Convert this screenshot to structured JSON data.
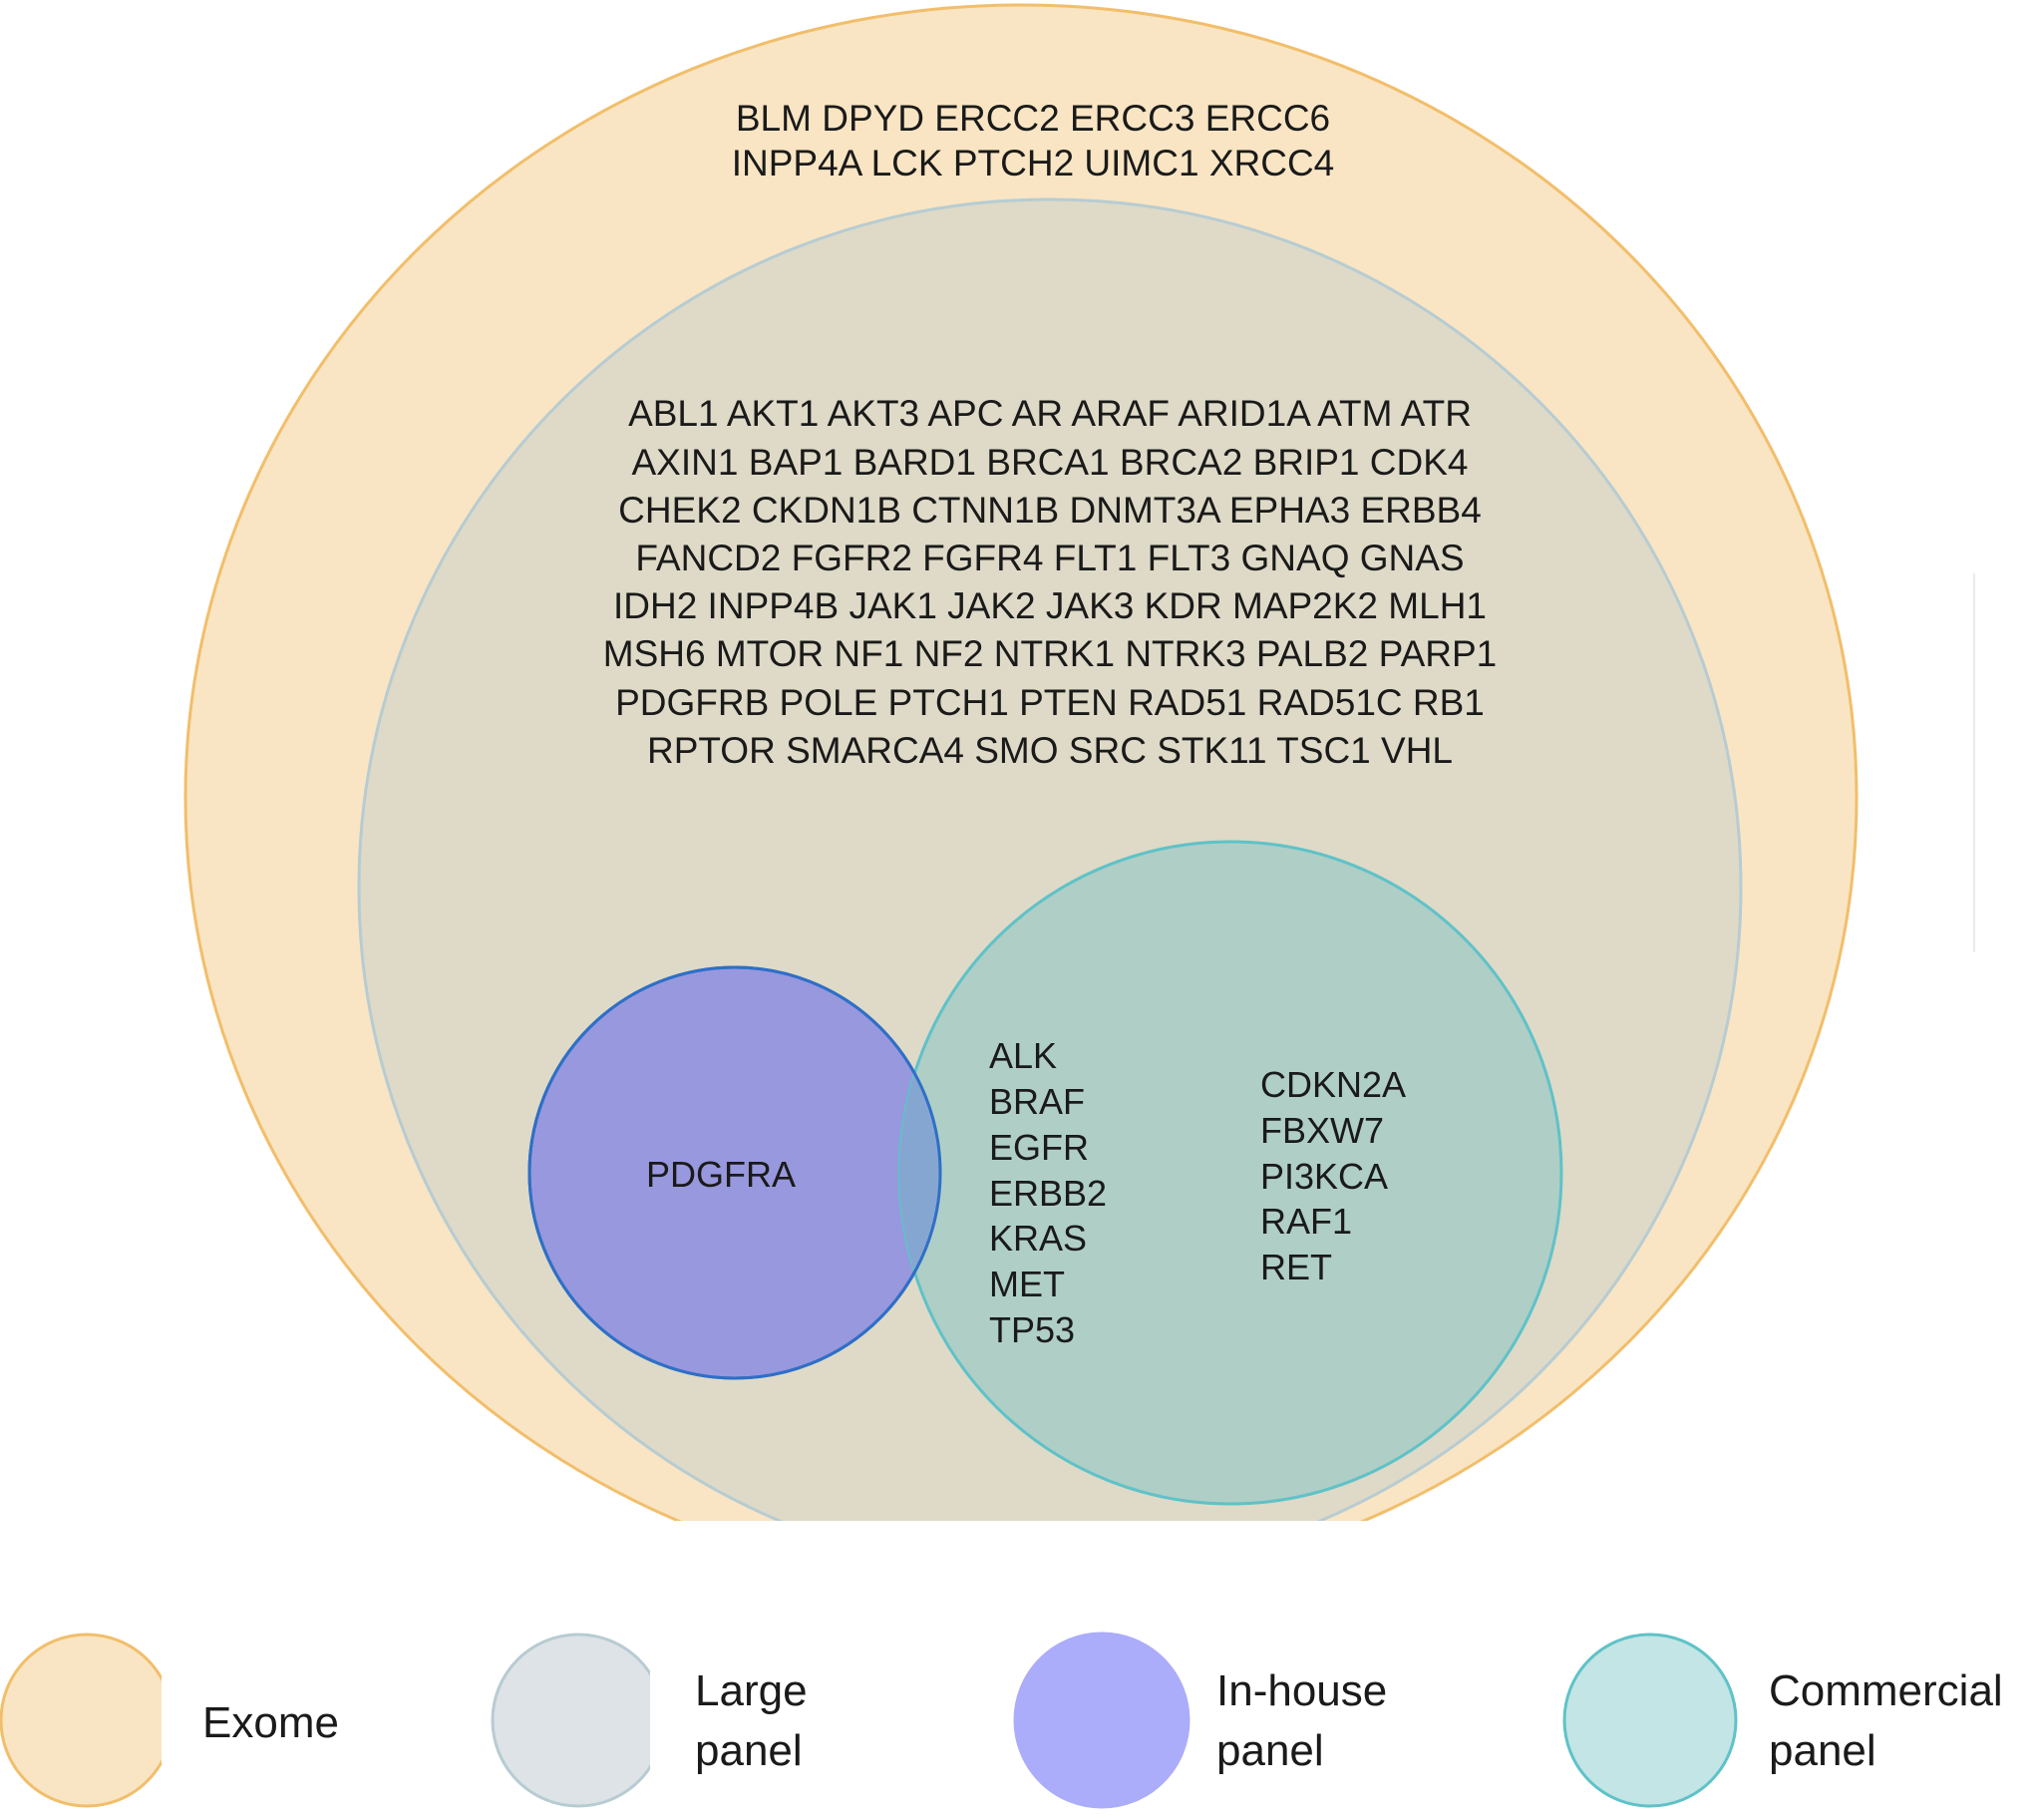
{
  "colors": {
    "exome_fill": "#F9E5C3",
    "exome_stroke": "#F2BE6B",
    "large_fill": "#DEDAC7",
    "large_stroke": "#B7CCD2",
    "inhouse_fill": "#9898DE",
    "inhouse_stroke": "#2E6FC7",
    "commercial_fill": "#AFCEC6",
    "commercial_stroke": "#5FC2C8",
    "overlap_fill": "#86A6D2",
    "legend_exome_fill": "#F9E5C3",
    "legend_large_fill": "#DDE3E6",
    "legend_inhouse_fill": "#ABACFA",
    "legend_commercial_fill": "#C3E5E5"
  },
  "regions": {
    "exome_only": {
      "lines": [
        "BLM DPYD ERCC2 ERCC3 ERCC6",
        "INPP4A LCK PTCH2 UIMC1 XRCC4"
      ]
    },
    "large_panel_only": {
      "lines": [
        "ABL1 AKT1 AKT3 APC AR ARAF ARID1A ATM ATR",
        "AXIN1 BAP1 BARD1 BRCA1 BRCA2 BRIP1 CDK4",
        "CHEK2 CKDN1B CTNN1B DNMT3A EPHA3 ERBB4",
        "FANCD2 FGFR2 FGFR4 FLT1 FLT3 GNAQ GNAS",
        "IDH2 INPP4B JAK1 JAK2 JAK3 KDR MAP2K2 MLH1",
        "MSH6 MTOR NF1 NF2 NTRK1 NTRK3 PALB2 PARP1",
        "PDGFRB POLE PTCH1 PTEN RAD51 RAD51C RB1",
        "RPTOR SMARCA4 SMO SRC STK11 TSC1 VHL"
      ]
    },
    "inhouse_only": {
      "lines": [
        "PDGFRA"
      ]
    },
    "inhouse_and_commercial": {
      "lines": [
        "ALK",
        "BRAF",
        "EGFR",
        "ERBB2",
        "KRAS",
        "MET",
        "TP53"
      ]
    },
    "commercial_only": {
      "lines": [
        "CDKN2A",
        "FBXW7",
        "PI3KCA",
        "RAF1",
        "RET"
      ]
    }
  },
  "legend": {
    "items": [
      {
        "key": "exome",
        "lines": [
          "Exome"
        ]
      },
      {
        "key": "large",
        "lines": [
          "Large",
          "panel"
        ]
      },
      {
        "key": "inhouse",
        "lines": [
          "In-house",
          "panel"
        ]
      },
      {
        "key": "commercial",
        "lines": [
          "Commercial",
          "panel"
        ]
      }
    ]
  }
}
